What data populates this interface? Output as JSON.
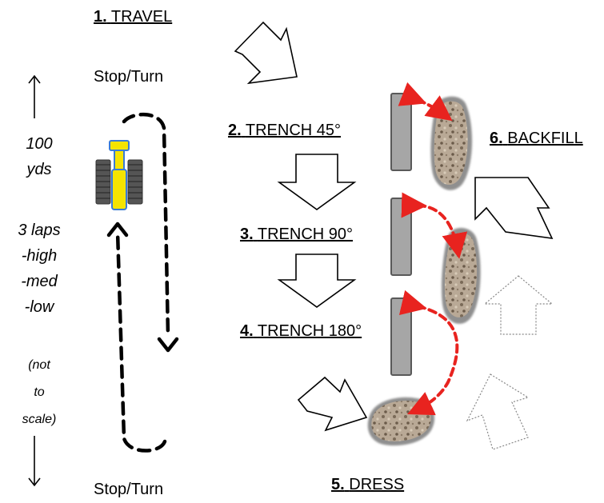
{
  "steps": [
    {
      "num": "1.",
      "label": "TRAVEL"
    },
    {
      "num": "2.",
      "label": "TRENCH 45°"
    },
    {
      "num": "3.",
      "label": "TRENCH 90°"
    },
    {
      "num": "4.",
      "label": "TRENCH 180°"
    },
    {
      "num": "5.",
      "label": "DRESS"
    },
    {
      "num": "6.",
      "label": "BACKFILL"
    }
  ],
  "stop_turn_top": "Stop/Turn",
  "stop_turn_bottom": "Stop/Turn",
  "distance": {
    "value": "100",
    "unit": "yds"
  },
  "laps": {
    "count": "3 laps",
    "levels": [
      "-high",
      "-med",
      "-low"
    ]
  },
  "scale_note": [
    "(not",
    "to",
    "scale)"
  ],
  "colors": {
    "arrow_red": "#e8231f",
    "blade": "#a6a6a6",
    "dirt": "#9b8b7a",
    "vehicle": "#f5e400"
  }
}
